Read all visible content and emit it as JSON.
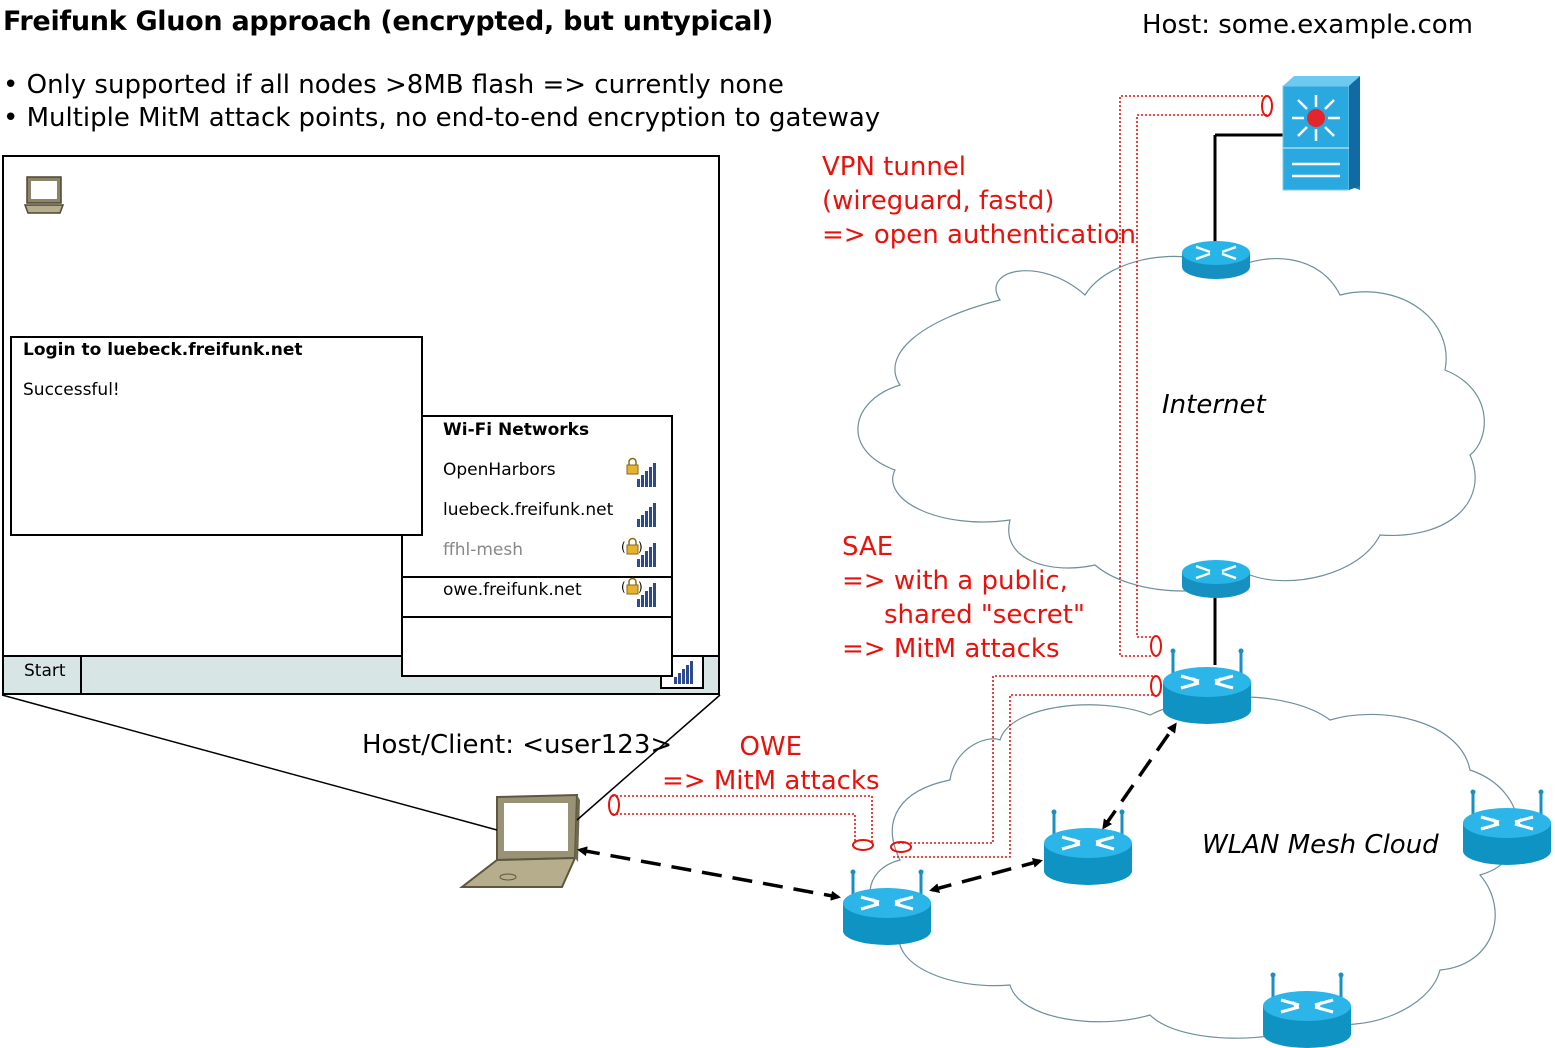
{
  "title": "Freifunk Gluon approach (encrypted, but untypical)",
  "bullets": [
    "• Only supported if all nodes >8MB flash => currently none",
    "• Multiple MitM attack points, no end-to-end encryption to gateway"
  ],
  "server_host": "Host: some.example.com",
  "client_host": "Host/Client: <user123>",
  "vpn_label": [
    "VPN tunnel",
    "(wireguard, fastd)",
    "=> open authentication"
  ],
  "sae_label": [
    "SAE",
    "=> with a public,",
    "shared \"secret\"",
    "=> MitM attacks"
  ],
  "owe_label": [
    "OWE",
    "=> MitM attacks"
  ],
  "clouds": {
    "internet": "Internet",
    "mesh": "WLAN Mesh Cloud"
  },
  "screen": {
    "login": {
      "title": "Login to luebeck.freifunk.net",
      "message": "Successful!"
    },
    "wifi": {
      "title": "Wi-Fi Networks",
      "networks": [
        {
          "name": "OpenHarbors",
          "locked": true
        },
        {
          "name": "luebeck.freifunk.net",
          "locked": false
        },
        {
          "name": "ffhl-mesh",
          "locked": true
        },
        {
          "name": "owe.freifunk.net",
          "locked": true
        }
      ]
    },
    "start_label": "Start"
  },
  "colors": {
    "red": "#e8120c",
    "router": "#1aa3d4",
    "router_dark": "#0c6e99",
    "taskbar": "#d8e5e5"
  }
}
